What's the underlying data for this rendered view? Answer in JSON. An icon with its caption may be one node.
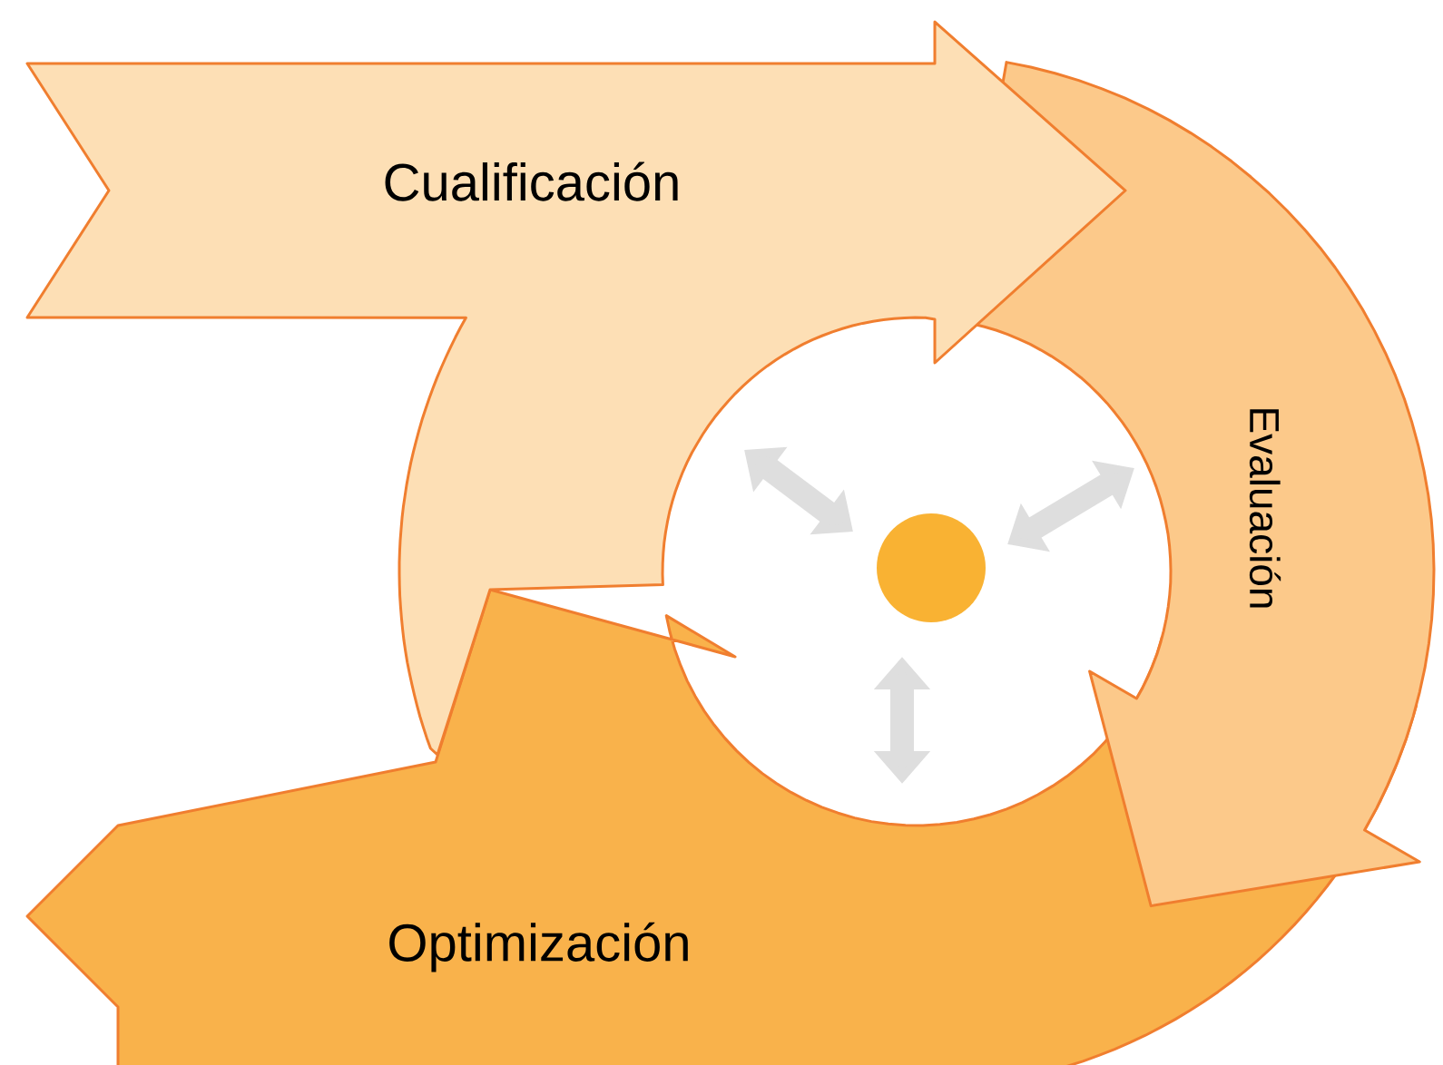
{
  "diagram": {
    "nodes": [
      {
        "text": [
          "Cualificación"
        ]
      },
      {
        "text": [
          "Evaluación"
        ]
      },
      {
        "text": [
          "Optimización"
        ]
      }
    ]
  }
}
